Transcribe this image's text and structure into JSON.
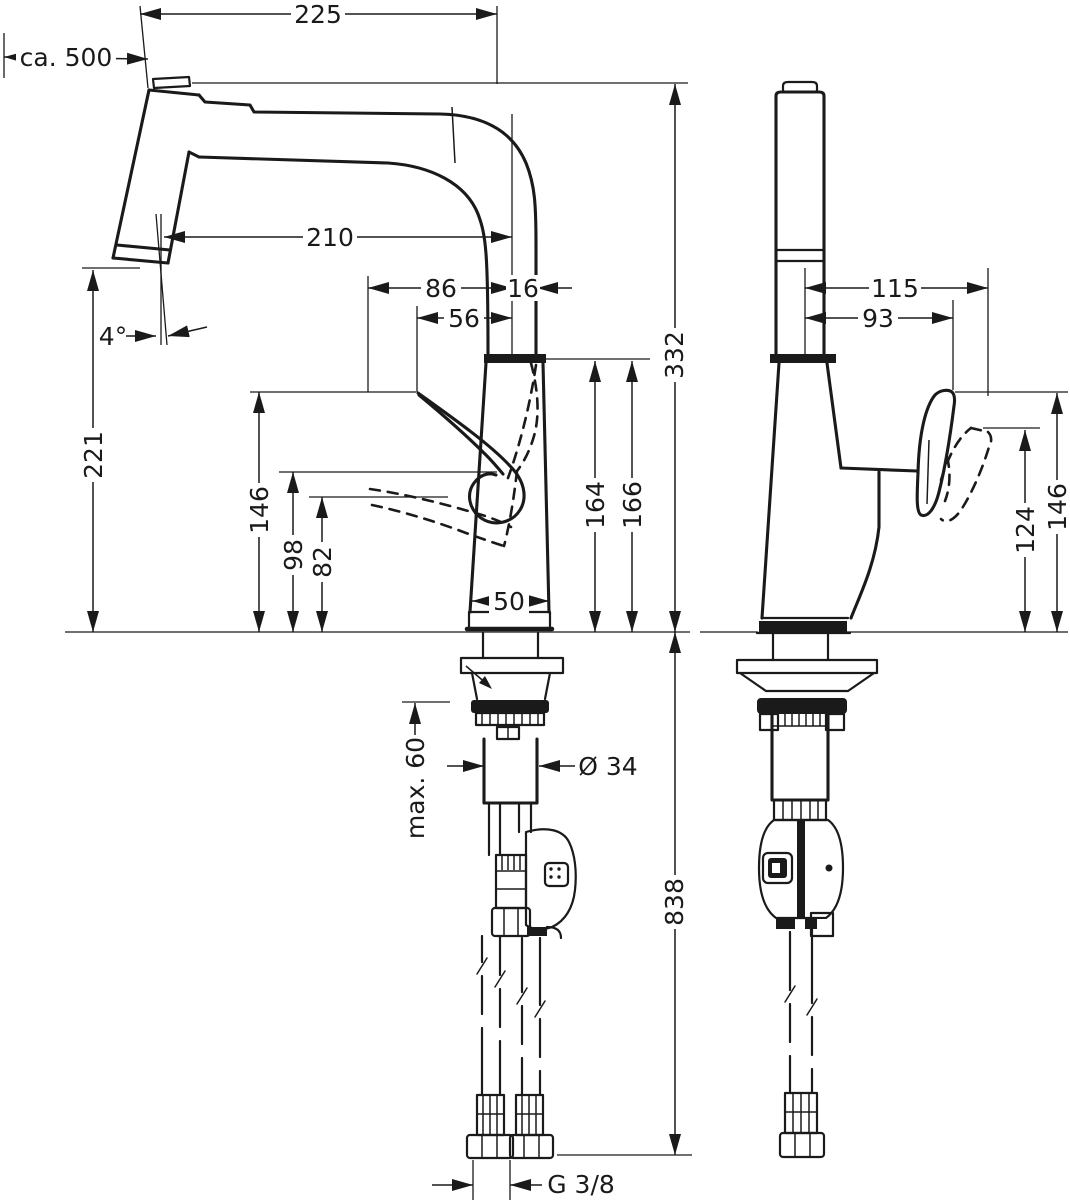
{
  "drawing": {
    "background_color": "#ffffff",
    "line_color": "#1a1a1a"
  },
  "labels": {
    "d225": "225",
    "pullout": "ca. 500",
    "d210": "210",
    "d86": "86",
    "d16": "16",
    "d56": "56",
    "angle": "4°",
    "d221": "221",
    "d146_left": "146",
    "d98": "98",
    "d82": "82",
    "d50": "50",
    "d164": "164",
    "d166": "166",
    "d332": "332",
    "d115": "115",
    "d93": "93",
    "d124": "124",
    "d146_right": "146",
    "max_depth": "max. 60",
    "shank_diameter": "Ø 34",
    "d838": "838",
    "thread": "G 3/8"
  }
}
